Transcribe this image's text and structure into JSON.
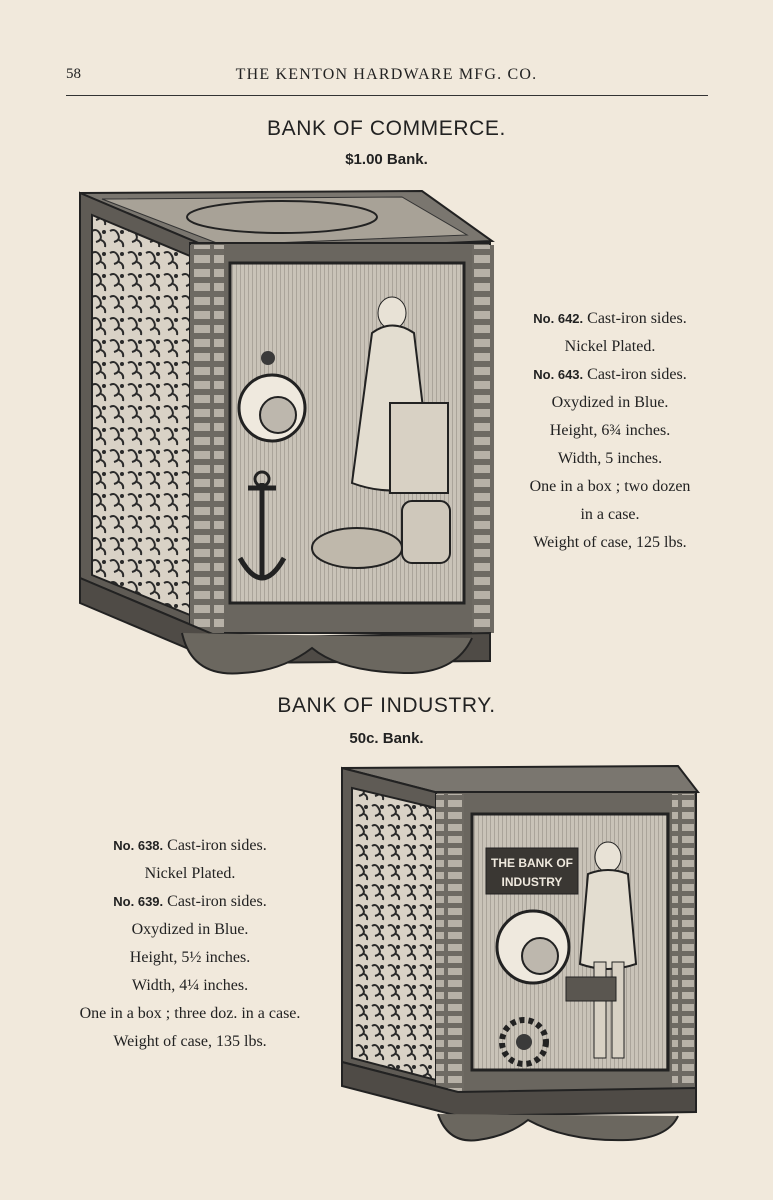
{
  "header": {
    "page_number": "58",
    "title": "THE KENTON HARDWARE MFG. CO."
  },
  "products": [
    {
      "name": "BANK OF COMMERCE.",
      "price": "$1.00 Bank.",
      "specs": [
        {
          "no": "No. 642.",
          "text": "Cast-iron sides."
        },
        {
          "text": "Nickel Plated."
        },
        {
          "no": "No. 643.",
          "text": "Cast-iron sides."
        },
        {
          "text": "Oxydized in Blue."
        },
        {
          "text": "Height, 6¾ inches."
        },
        {
          "text": "Width, 5 inches."
        },
        {
          "text": "One in a box ; two dozen"
        },
        {
          "text": "in a case."
        },
        {
          "text": "Weight of case, 125 lbs."
        }
      ]
    },
    {
      "name": "BANK OF INDUSTRY.",
      "price": "50c. Bank.",
      "door_lettering": "THE BANK OF INDUSTRY",
      "specs": [
        {
          "no": "No. 638.",
          "text": "Cast-iron sides."
        },
        {
          "text": "Nickel Plated."
        },
        {
          "no": "No. 639.",
          "text": "Cast-iron sides."
        },
        {
          "text": "Oxydized in Blue."
        },
        {
          "text": "Height, 5½ inches."
        },
        {
          "text": "Width, 4¼ inches."
        },
        {
          "text": "One in a box ; three doz. in a case."
        },
        {
          "text": "Weight of case, 135 lbs."
        }
      ]
    }
  ]
}
